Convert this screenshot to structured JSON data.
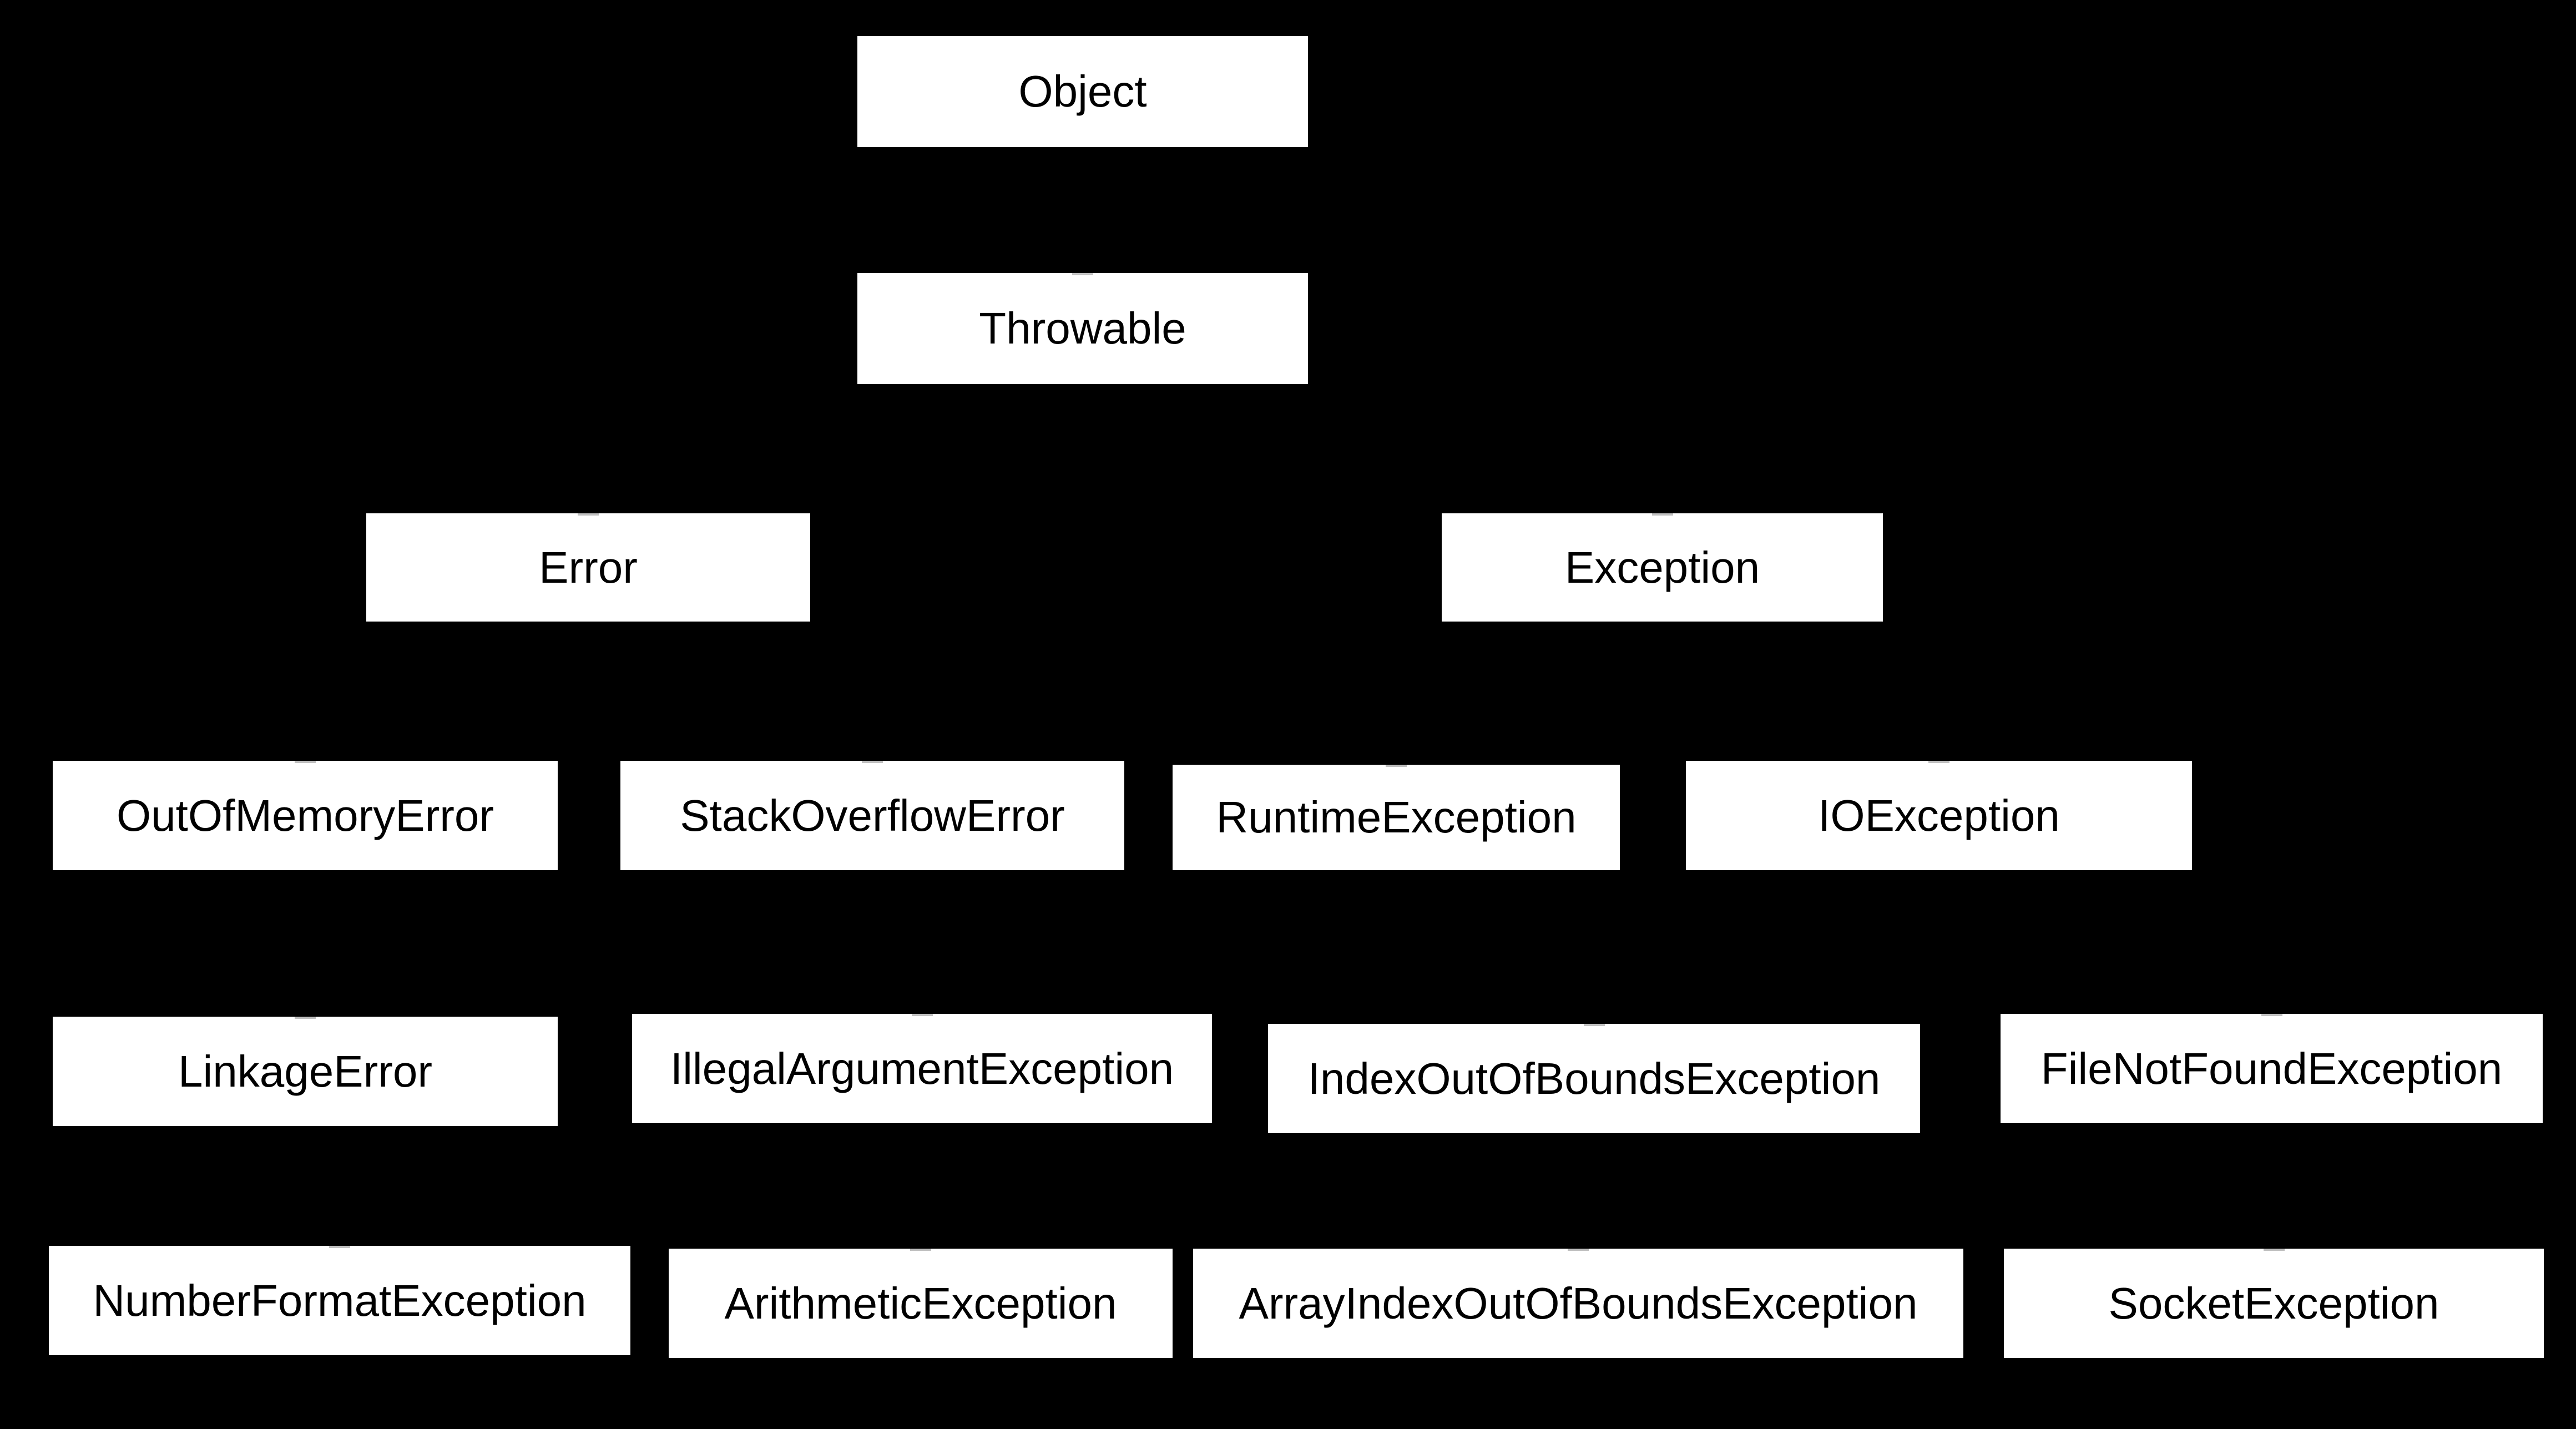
{
  "diagram": {
    "type": "class-hierarchy-tree",
    "background_color": "#000000",
    "node_fill_color": "#ffffff",
    "node_text_color": "#000000",
    "levels": [
      [
        "Object"
      ],
      [
        "Throwable"
      ],
      [
        "Error",
        "Exception"
      ],
      [
        "OutOfMemoryError",
        "StackOverflowError",
        "RuntimeException",
        "IOException"
      ],
      [
        "LinkageError",
        "IllegalArgumentException",
        "IndexOutOfBoundsException",
        "FileNotFoundException"
      ],
      [
        "NumberFormatException",
        "ArithmeticException",
        "ArrayIndexOutOfBoundsException",
        "SocketException"
      ]
    ],
    "nodes": [
      {
        "label": "Object",
        "level": 0
      },
      {
        "label": "Throwable",
        "level": 1
      },
      {
        "label": "Error",
        "level": 2
      },
      {
        "label": "Exception",
        "level": 2
      },
      {
        "label": "OutOfMemoryError",
        "level": 3
      },
      {
        "label": "StackOverflowError",
        "level": 3
      },
      {
        "label": "RuntimeException",
        "level": 3
      },
      {
        "label": "IOException",
        "level": 3
      },
      {
        "label": "LinkageError",
        "level": 4
      },
      {
        "label": "IllegalArgumentException",
        "level": 4
      },
      {
        "label": "IndexOutOfBoundsException",
        "level": 4
      },
      {
        "label": "FileNotFoundException",
        "level": 4
      },
      {
        "label": "NumberFormatException",
        "level": 5
      },
      {
        "label": "ArithmeticException",
        "level": 5
      },
      {
        "label": "ArrayIndexOutOfBoundsException",
        "level": 5
      },
      {
        "label": "SocketException",
        "level": 5
      }
    ]
  }
}
